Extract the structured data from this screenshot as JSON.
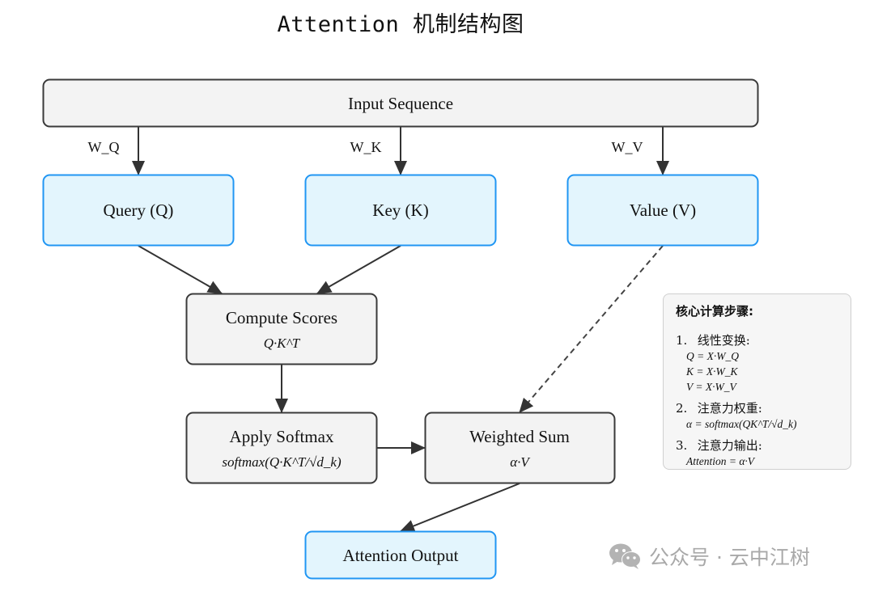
{
  "title": "Attention 机制结构图",
  "nodes": {
    "input": {
      "label": "Input Sequence"
    },
    "query": {
      "label": "Query (Q)"
    },
    "key": {
      "label": "Key (K)"
    },
    "value": {
      "label": "Value (V)"
    },
    "scores": {
      "label": "Compute Scores",
      "formula": "Q·K^T"
    },
    "softmax": {
      "label": "Apply Softmax",
      "formula": "softmax(Q·K^T/√d_k)"
    },
    "weighted": {
      "label": "Weighted Sum",
      "formula": "α·V"
    },
    "output": {
      "label": "Attention Output"
    }
  },
  "edges": [
    {
      "from": "input",
      "to": "query",
      "label": "W_Q",
      "style": "solid"
    },
    {
      "from": "input",
      "to": "key",
      "label": "W_K",
      "style": "solid"
    },
    {
      "from": "input",
      "to": "value",
      "label": "W_V",
      "style": "solid"
    },
    {
      "from": "query",
      "to": "scores",
      "label": "",
      "style": "solid"
    },
    {
      "from": "key",
      "to": "scores",
      "label": "",
      "style": "solid"
    },
    {
      "from": "scores",
      "to": "softmax",
      "label": "",
      "style": "solid"
    },
    {
      "from": "softmax",
      "to": "weighted",
      "label": "",
      "style": "solid"
    },
    {
      "from": "value",
      "to": "weighted",
      "label": "",
      "style": "dashed"
    },
    {
      "from": "weighted",
      "to": "output",
      "label": "",
      "style": "solid"
    }
  ],
  "notes": {
    "title": "核心计算步骤:",
    "steps": [
      {
        "num": "1.",
        "label": "线性变换:",
        "formulas": [
          "Q = X·W_Q",
          "K = X·W_K",
          "V = X·W_V"
        ]
      },
      {
        "num": "2.",
        "label": "注意力权重:",
        "formulas": [
          "α = softmax(QK^T/√d_k)"
        ]
      },
      {
        "num": "3.",
        "label": "注意力输出:",
        "formulas": [
          "Attention = α·V"
        ]
      }
    ]
  },
  "watermark": {
    "text": "公众号 · 云中江树",
    "icon": "wechat-icon"
  },
  "colors": {
    "blue_fill": "#e3f5fd",
    "blue_stroke": "#2196f3",
    "gray_fill": "#f3f3f3",
    "gray_stroke": "#3a3a3a",
    "edge": "#333333",
    "watermark": "#a9a9a9"
  }
}
